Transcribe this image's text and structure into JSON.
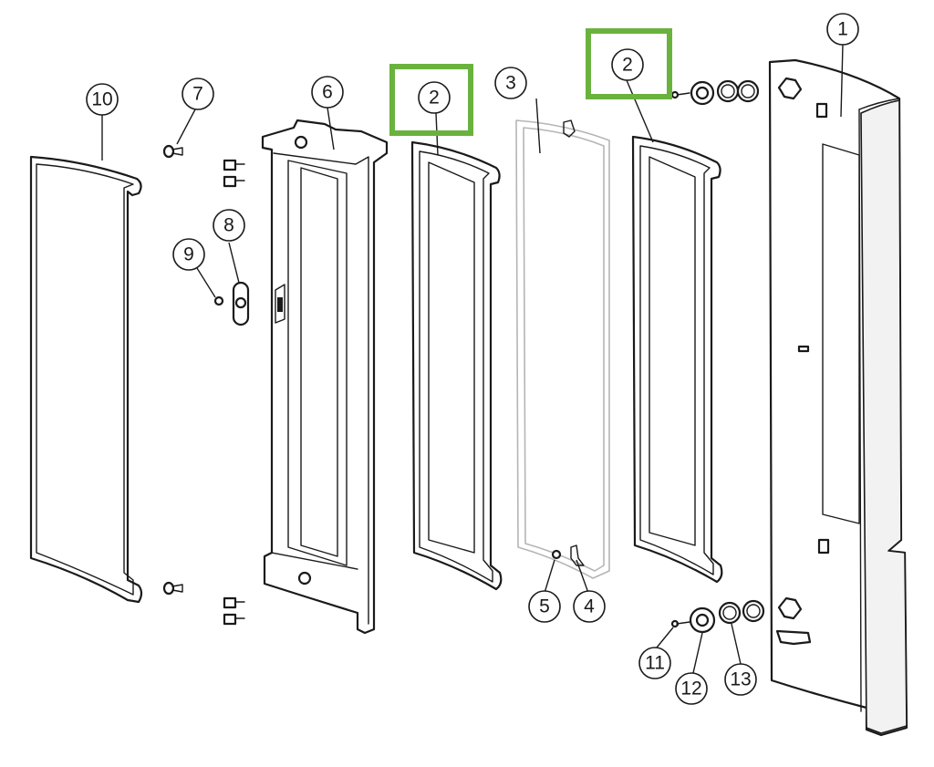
{
  "diagram": {
    "callouts": [
      "1",
      "2",
      "2",
      "3",
      "4",
      "5",
      "6",
      "7",
      "8",
      "9",
      "10",
      "11",
      "12",
      "13"
    ],
    "highlight_color": "#6ab23e",
    "highlighted_callout": "2"
  }
}
